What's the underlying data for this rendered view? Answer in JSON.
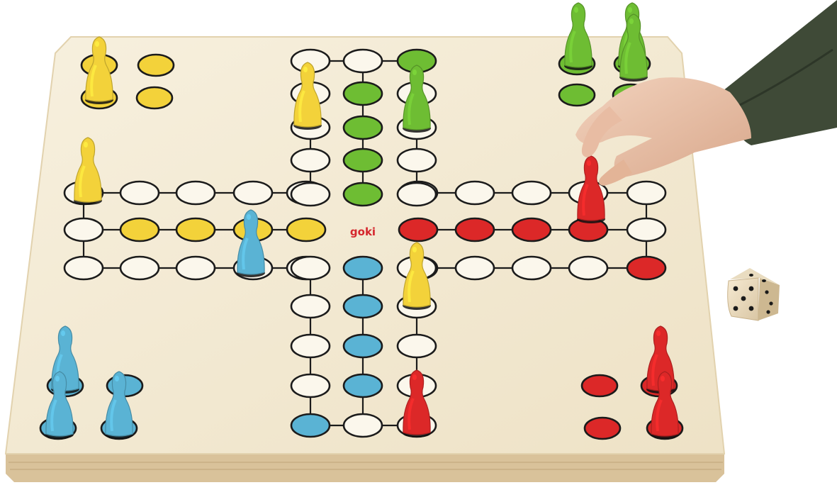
{
  "game": {
    "brand_label": "goki",
    "colors": {
      "yellow": "#f3d23a",
      "green": "#6ebd33",
      "blue": "#5ab3d4",
      "red": "#dc2828",
      "board": "#f4ecd8",
      "board_edge": "#e7d8b6",
      "board_layers": "#d9c29a",
      "line": "#1b1b1b",
      "empty_hole": "#fbf7ec",
      "brand_text": "#d5262d"
    },
    "pieces_per_player": 4,
    "pieces_in_home": {
      "yellow": 1,
      "green": 3,
      "blue": 3,
      "red": 2
    },
    "pieces_on_track": {
      "yellow": 3,
      "green": 1,
      "blue": 1,
      "red": 2
    },
    "die_face_value": 5,
    "hand": "hand-holding-red-piece",
    "held_piece_color": "red"
  }
}
